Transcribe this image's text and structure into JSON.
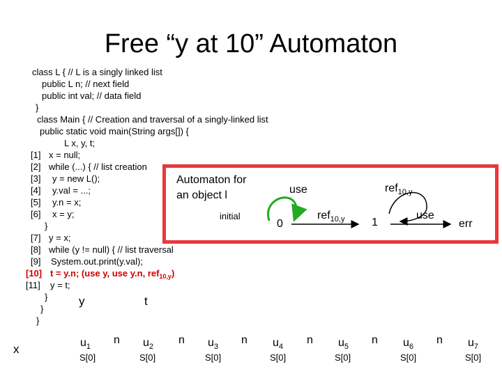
{
  "slide": {
    "title": "Free “y at 10” Automaton"
  },
  "code": {
    "class_l": "class L { // L is a singly linked list",
    "field_n": "public L  n;   // next field",
    "field_val": "public int val; // data field",
    "close_l": "}",
    "class_main": "class Main { // Creation and traversal of a singly-linked list",
    "main_sig": "public static void main(String args[]) {",
    "decl": "L x, y, t;",
    "lines": [
      {
        "num": "[1]",
        "text": "x = null;"
      },
      {
        "num": "[2]",
        "text": "while (...) { // list creation"
      },
      {
        "num": "[3]",
        "text": "y = new L();"
      },
      {
        "num": "[4]",
        "text": "y.val = ...;"
      },
      {
        "num": "[5]",
        "text": "y.n = x;"
      },
      {
        "num": "[6]",
        "text": "x = y;"
      }
    ],
    "close_while": "}",
    "lines2": [
      {
        "num": "[7]",
        "text": "y = x;"
      },
      {
        "num": "[8]",
        "text": "while (y != null) {          // list traversal"
      },
      {
        "num": "[9]",
        "text": "System.out.print(y.val);"
      }
    ],
    "line10": {
      "num": "[10]",
      "text": "t = y.n; (use y, use y.n, ref",
      "sub": "10,y",
      "close": ")"
    },
    "line11": {
      "num": "[11]",
      "text": "y = t;"
    },
    "close_a": "}",
    "close_b": "}",
    "close_c": "}"
  },
  "automaton": {
    "label_line1": "Automaton for",
    "label_line2": "an object l",
    "initial_label": "initial",
    "states": [
      "0",
      "1",
      "err"
    ],
    "edge_use_self": "use",
    "edge_ref_self": "ref",
    "edge_ref_self_sub": "10,y",
    "edge_0_to_1": "ref",
    "edge_0_to_1_sub": "10,y",
    "edge_1_to_err": "use",
    "accent_color": "#e8383d",
    "green_color": "#22aa22"
  },
  "heap": {
    "var_x": "x",
    "var_y": "y",
    "var_t": "t",
    "nodes": [
      {
        "label": "u",
        "sub": "1",
        "site": "S[0]"
      },
      {
        "label": "u",
        "sub": "2",
        "site": "S[0]"
      },
      {
        "label": "u",
        "sub": "3",
        "site": "S[0]"
      },
      {
        "label": "u",
        "sub": "4",
        "site": "S[0]"
      },
      {
        "label": "u",
        "sub": "5",
        "site": "S[0]"
      },
      {
        "label": "u",
        "sub": "6",
        "site": "S[0]"
      },
      {
        "label": "u",
        "sub": "7",
        "site": "S[0]"
      }
    ],
    "edge_label": "n"
  }
}
